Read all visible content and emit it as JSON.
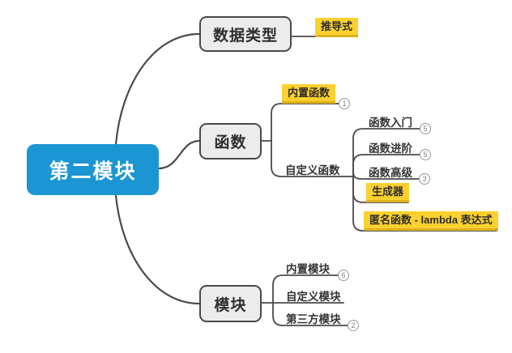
{
  "colors": {
    "root_bg": "#1b96d3",
    "root_text": "#ffffff",
    "node_bg": "#ececec",
    "node_border": "#4a4a4a",
    "highlight_bg": "#fcd12f",
    "highlight_border": "#dcb11e",
    "branch_line": "#4a4a4a",
    "text": "#333333"
  },
  "mindmap": {
    "root": {
      "label": "第二模块"
    },
    "branches": [
      {
        "label": "数据类型",
        "tag": {
          "label": "推导式",
          "highlight": true
        }
      },
      {
        "label": "函数",
        "children": [
          {
            "label": "内置函数",
            "highlight": true,
            "badge": "1"
          },
          {
            "label": "自定义函数",
            "children": [
              {
                "label": "函数入门",
                "badge": "5"
              },
              {
                "label": "函数进阶",
                "badge": "5"
              },
              {
                "label": "函数高级",
                "badge": "3"
              },
              {
                "label": "生成器",
                "highlight": true
              },
              {
                "label": "匿名函数 - lambda 表达式",
                "highlight": true
              }
            ]
          }
        ]
      },
      {
        "label": "模块",
        "children": [
          {
            "label": "内置模块",
            "badge": "6"
          },
          {
            "label": "自定义模块"
          },
          {
            "label": "第三方模块",
            "badge": "2"
          }
        ]
      }
    ]
  }
}
